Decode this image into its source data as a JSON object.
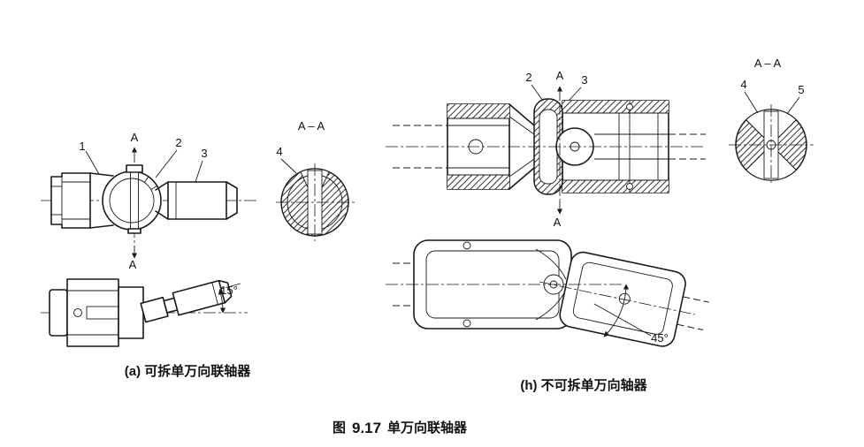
{
  "colors": {
    "ink": "#1a1a1a",
    "paper": "#ffffff"
  },
  "figure": {
    "caption": {
      "fig_word": "图",
      "fig_number": "9.17",
      "title": "单万向联轴器"
    },
    "sub_a": {
      "caption": "(a) 可拆单万向联轴器",
      "section_view_label": "A – A",
      "section_marker_top": "A",
      "section_marker_bottom": "A",
      "angle": "15°",
      "parts": {
        "p1": "1",
        "p2": "2",
        "p3": "3",
        "p4": "4"
      }
    },
    "sub_b": {
      "caption": "(h) 不可拆单万向轴器",
      "section_view_label": "A – A",
      "section_marker_top": "A",
      "section_marker_bottom": "A",
      "angle": "45°",
      "parts": {
        "p2": "2",
        "p3": "3",
        "p4": "4",
        "p5": "5"
      }
    }
  }
}
